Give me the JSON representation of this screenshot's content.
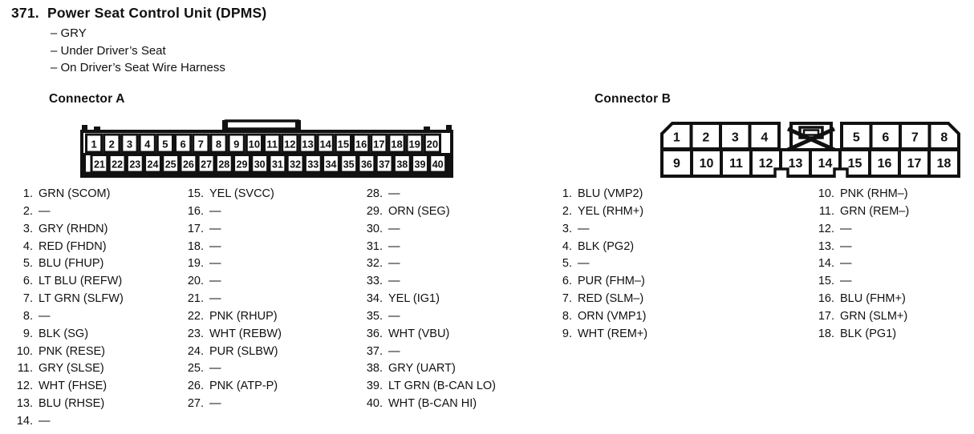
{
  "page": {
    "item_number": "371.",
    "title": "Power Seat Control Unit (DPMS)",
    "details": [
      "– GRY",
      "– Under Driver’s Seat",
      "– On Driver’s Seat Wire Harness"
    ]
  },
  "connector_a": {
    "heading": "Connector A",
    "top_row_pins": [
      "1",
      "2",
      "3",
      "4",
      "5",
      "6",
      "7",
      "8",
      "9",
      "10",
      "11",
      "12",
      "13",
      "14",
      "15",
      "16",
      "17",
      "18",
      "19",
      "20"
    ],
    "bottom_row_pins": [
      "21",
      "22",
      "23",
      "24",
      "25",
      "26",
      "27",
      "28",
      "29",
      "30",
      "31",
      "32",
      "33",
      "34",
      "35",
      "36",
      "37",
      "38",
      "39",
      "40"
    ],
    "pin_list_columns": [
      [
        {
          "num": "1.",
          "label": "GRN (SCOM)"
        },
        {
          "num": "2.",
          "label": "—"
        },
        {
          "num": "3.",
          "label": "GRY (RHDN)"
        },
        {
          "num": "4.",
          "label": "RED (FHDN)"
        },
        {
          "num": "5.",
          "label": "BLU (FHUP)"
        },
        {
          "num": "6.",
          "label": "LT BLU (REFW)"
        },
        {
          "num": "7.",
          "label": "LT GRN (SLFW)"
        },
        {
          "num": "8.",
          "label": "—"
        },
        {
          "num": "9.",
          "label": "BLK (SG)"
        },
        {
          "num": "10.",
          "label": "PNK (RESE)"
        },
        {
          "num": "11.",
          "label": "GRY (SLSE)"
        },
        {
          "num": "12.",
          "label": "WHT (FHSE)"
        },
        {
          "num": "13.",
          "label": "BLU (RHSE)"
        },
        {
          "num": "14.",
          "label": "—"
        }
      ],
      [
        {
          "num": "15.",
          "label": "YEL (SVCC)"
        },
        {
          "num": "16.",
          "label": "—"
        },
        {
          "num": "17.",
          "label": "—"
        },
        {
          "num": "18.",
          "label": "—"
        },
        {
          "num": "19.",
          "label": "—"
        },
        {
          "num": "20.",
          "label": "—"
        },
        {
          "num": "21.",
          "label": "—"
        },
        {
          "num": "22.",
          "label": "PNK (RHUP)"
        },
        {
          "num": "23.",
          "label": "WHT (REBW)"
        },
        {
          "num": "24.",
          "label": "PUR (SLBW)"
        },
        {
          "num": "25.",
          "label": "—"
        },
        {
          "num": "26.",
          "label": "PNK (ATP-P)"
        },
        {
          "num": "27.",
          "label": "—"
        }
      ],
      [
        {
          "num": "28.",
          "label": "—"
        },
        {
          "num": "29.",
          "label": "ORN (SEG)"
        },
        {
          "num": "30.",
          "label": "—"
        },
        {
          "num": "31.",
          "label": "—"
        },
        {
          "num": "32.",
          "label": "—"
        },
        {
          "num": "33.",
          "label": "—"
        },
        {
          "num": "34.",
          "label": "YEL (IG1)"
        },
        {
          "num": "35.",
          "label": "—"
        },
        {
          "num": "36.",
          "label": "WHT (VBU)"
        },
        {
          "num": "37.",
          "label": "—"
        },
        {
          "num": "38.",
          "label": "GRY (UART)"
        },
        {
          "num": "39.",
          "label": "LT GRN (B-CAN LO)"
        },
        {
          "num": "40.",
          "label": "WHT (B-CAN HI)"
        }
      ]
    ]
  },
  "connector_b": {
    "heading": "Connector B",
    "top_row_left_pins": [
      "1",
      "2",
      "3",
      "4"
    ],
    "top_row_right_pins": [
      "5",
      "6",
      "7",
      "8"
    ],
    "bottom_row_pins": [
      "9",
      "10",
      "11",
      "12",
      "13",
      "14",
      "15",
      "16",
      "17",
      "18"
    ],
    "pin_list_columns": [
      [
        {
          "num": "1.",
          "label": "BLU (VMP2)"
        },
        {
          "num": "2.",
          "label": "YEL (RHM+)"
        },
        {
          "num": "3.",
          "label": "—"
        },
        {
          "num": "4.",
          "label": "BLK (PG2)"
        },
        {
          "num": "5.",
          "label": "—"
        },
        {
          "num": "6.",
          "label": "PUR (FHM–)"
        },
        {
          "num": "7.",
          "label": "RED (SLM–)"
        },
        {
          "num": "8.",
          "label": "ORN (VMP1)"
        },
        {
          "num": "9.",
          "label": "WHT (REM+)"
        }
      ],
      [
        {
          "num": "10.",
          "label": "PNK (RHM–)"
        },
        {
          "num": "11.",
          "label": "GRN (REM–)"
        },
        {
          "num": "12.",
          "label": "—"
        },
        {
          "num": "13.",
          "label": "—"
        },
        {
          "num": "14.",
          "label": "—"
        },
        {
          "num": "15.",
          "label": "—"
        },
        {
          "num": "16.",
          "label": "BLU (FHM+)"
        },
        {
          "num": "17.",
          "label": "GRN (SLM+)"
        },
        {
          "num": "18.",
          "label": "BLK (PG1)"
        }
      ]
    ]
  },
  "colors": {
    "ink": "#111111",
    "paper": "#ffffff"
  }
}
